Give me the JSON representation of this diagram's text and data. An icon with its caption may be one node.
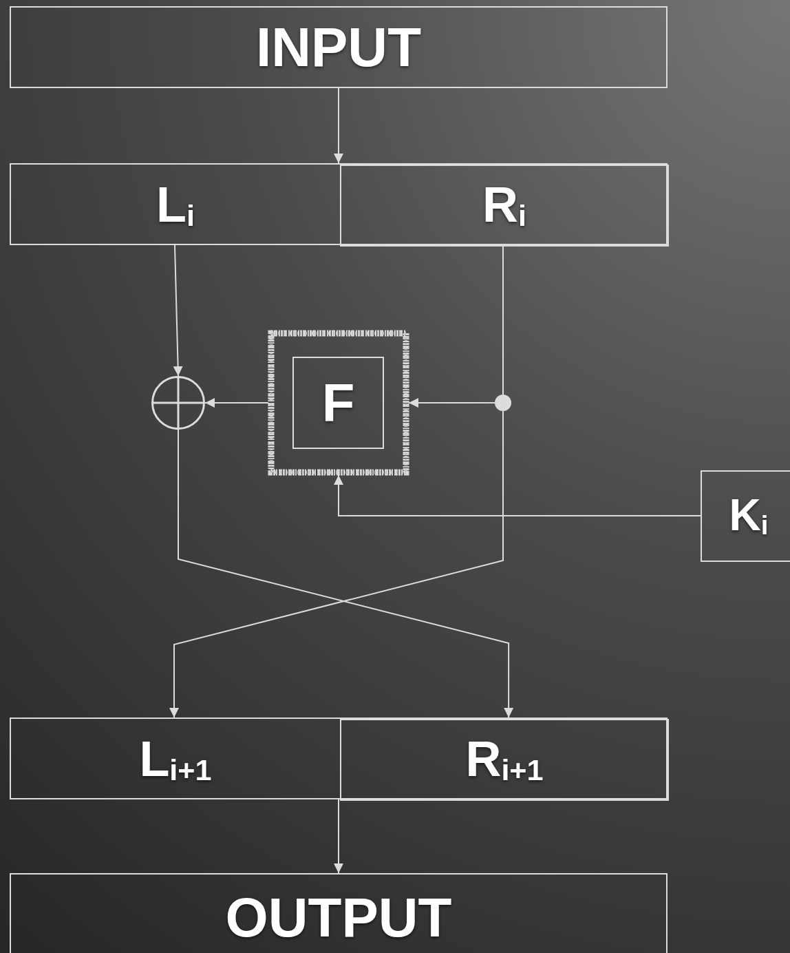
{
  "diagram": {
    "nodes": [
      {
        "text": [
          "INPUT"
        ]
      },
      {
        "text": [],
        "shape": "box"
      },
      {
        "text": [
          "L$_{i}$"
        ],
        "in": 1
      },
      {
        "text": [
          "R$_{i}$"
        ],
        "in": 1
      },
      {
        "text": [],
        "shape": "circle"
      },
      {
        "text": [
          "F"
        ]
      },
      {
        "text": [],
        "shape": "dot"
      },
      {
        "text": [
          "K$_{i}$"
        ]
      },
      {
        "text": [],
        "shape": "box"
      },
      {
        "text": [
          "L$_{i+1}$"
        ],
        "in": 8
      },
      {
        "text": [
          "R$_{i+1}$"
        ],
        "in": 8
      },
      {
        "text": [
          "OUTPUT"
        ]
      }
    ],
    "edges": [
      {
        "from": 0,
        "to": 1,
        "arrow": "to"
      },
      {
        "from": 2,
        "to": 4,
        "arrow": "to"
      },
      {
        "from": 3,
        "to": 6,
        "arrow": "none"
      },
      {
        "from": 6,
        "to": 5,
        "arrow": "to"
      },
      {
        "from": 5,
        "to": 4,
        "arrow": "to"
      },
      {
        "from": 7,
        "to": 5,
        "arrow": "to"
      },
      {
        "from": 4,
        "to": 10,
        "arrow": "to"
      },
      {
        "from": 6,
        "to": 9,
        "arrow": "to"
      },
      {
        "from": 8,
        "to": 11,
        "arrow": "to"
      }
    ]
  }
}
